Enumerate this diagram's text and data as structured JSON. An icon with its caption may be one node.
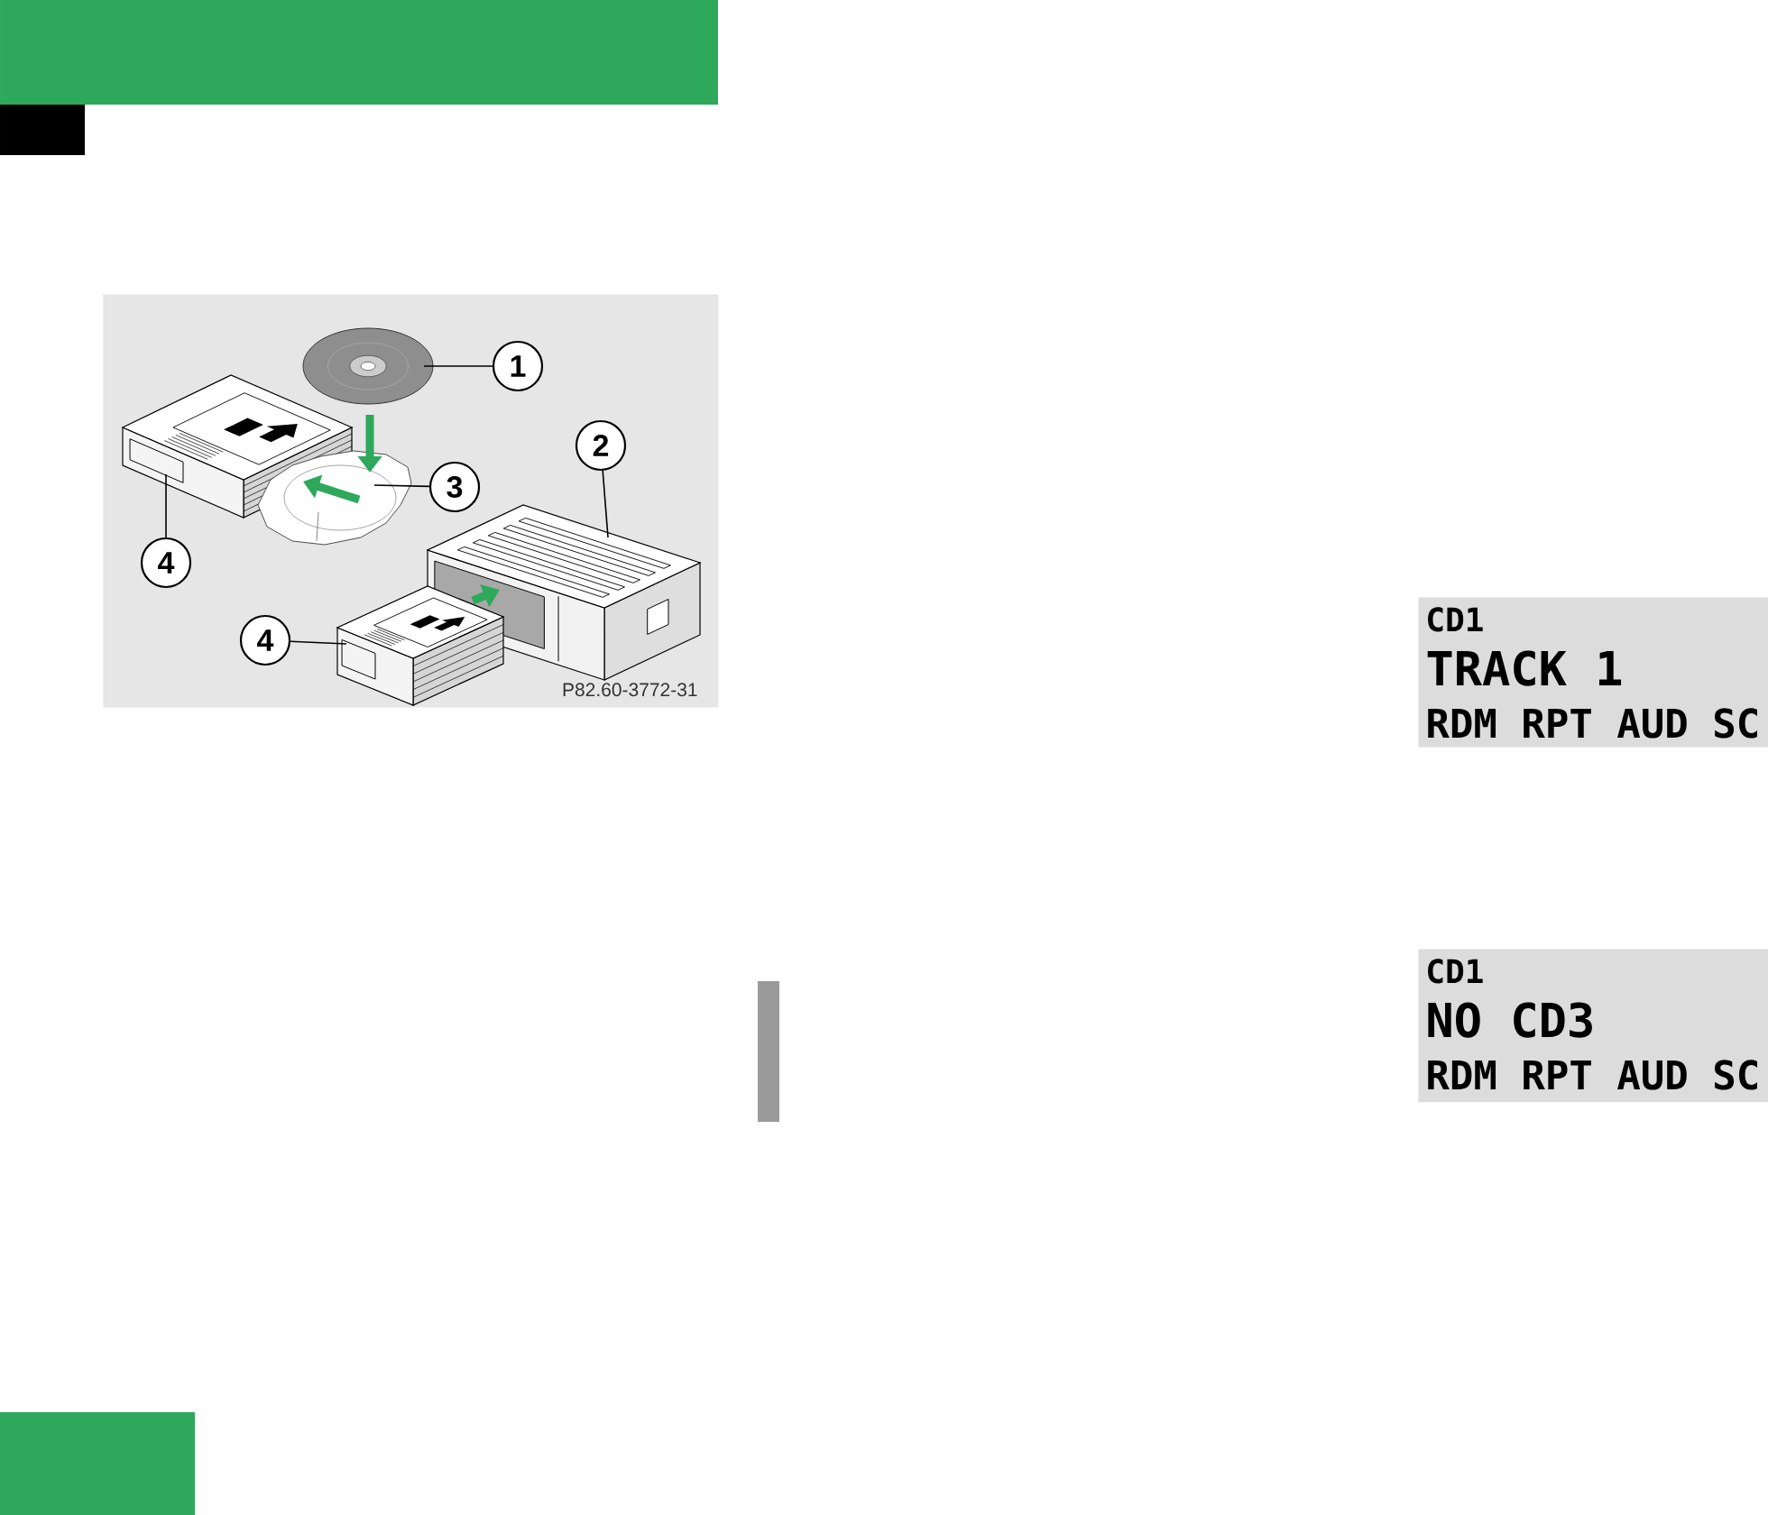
{
  "diagram": {
    "nodes": [
      {
        "text": [
          "P82.60-3772-31"
        ]
      },
      {
        "text": [
          "1"
        ],
        "in": 0
      },
      {
        "text": [],
        "shape": "picture",
        "in": 0
      },
      {
        "text": [
          "2"
        ],
        "in": 0
      },
      {
        "text": [],
        "shape": "picture",
        "in": 0
      },
      {
        "text": [
          "3"
        ],
        "in": 0
      },
      {
        "text": [],
        "shape": "picture",
        "in": 0
      },
      {
        "text": [
          "4"
        ],
        "in": 0
      },
      {
        "text": [],
        "shape": "picture",
        "in": 0
      },
      {
        "text": [
          "4"
        ],
        "in": 0
      },
      {
        "text": [],
        "shape": "picture",
        "in": 0
      },
      {
        "text": [
          "CD1",
          "TRACK 1",
          "RDM RPT AUD SC"
        ]
      },
      {
        "text": [
          "CD1",
          "NO CD3",
          "RDM RPT AUD SC"
        ]
      }
    ],
    "edges": [
      {
        "from": 1,
        "to": 2,
        "arrow": "none"
      },
      {
        "from": 3,
        "to": 4,
        "arrow": "none"
      },
      {
        "from": 5,
        "to": 6,
        "arrow": "none"
      },
      {
        "from": 7,
        "to": 8,
        "arrow": "none"
      },
      {
        "from": 9,
        "to": 10,
        "arrow": "none"
      },
      {
        "from": 2,
        "to": 6,
        "arrow": "to",
        "style": "thick",
        "color": "#2ea85a"
      },
      {
        "from": 6,
        "to": 8,
        "arrow": "to",
        "style": "thick",
        "color": "#2ea85a"
      },
      {
        "from": 10,
        "to": 4,
        "arrow": "to",
        "style": "thick",
        "color": "#2ea85a"
      }
    ]
  }
}
